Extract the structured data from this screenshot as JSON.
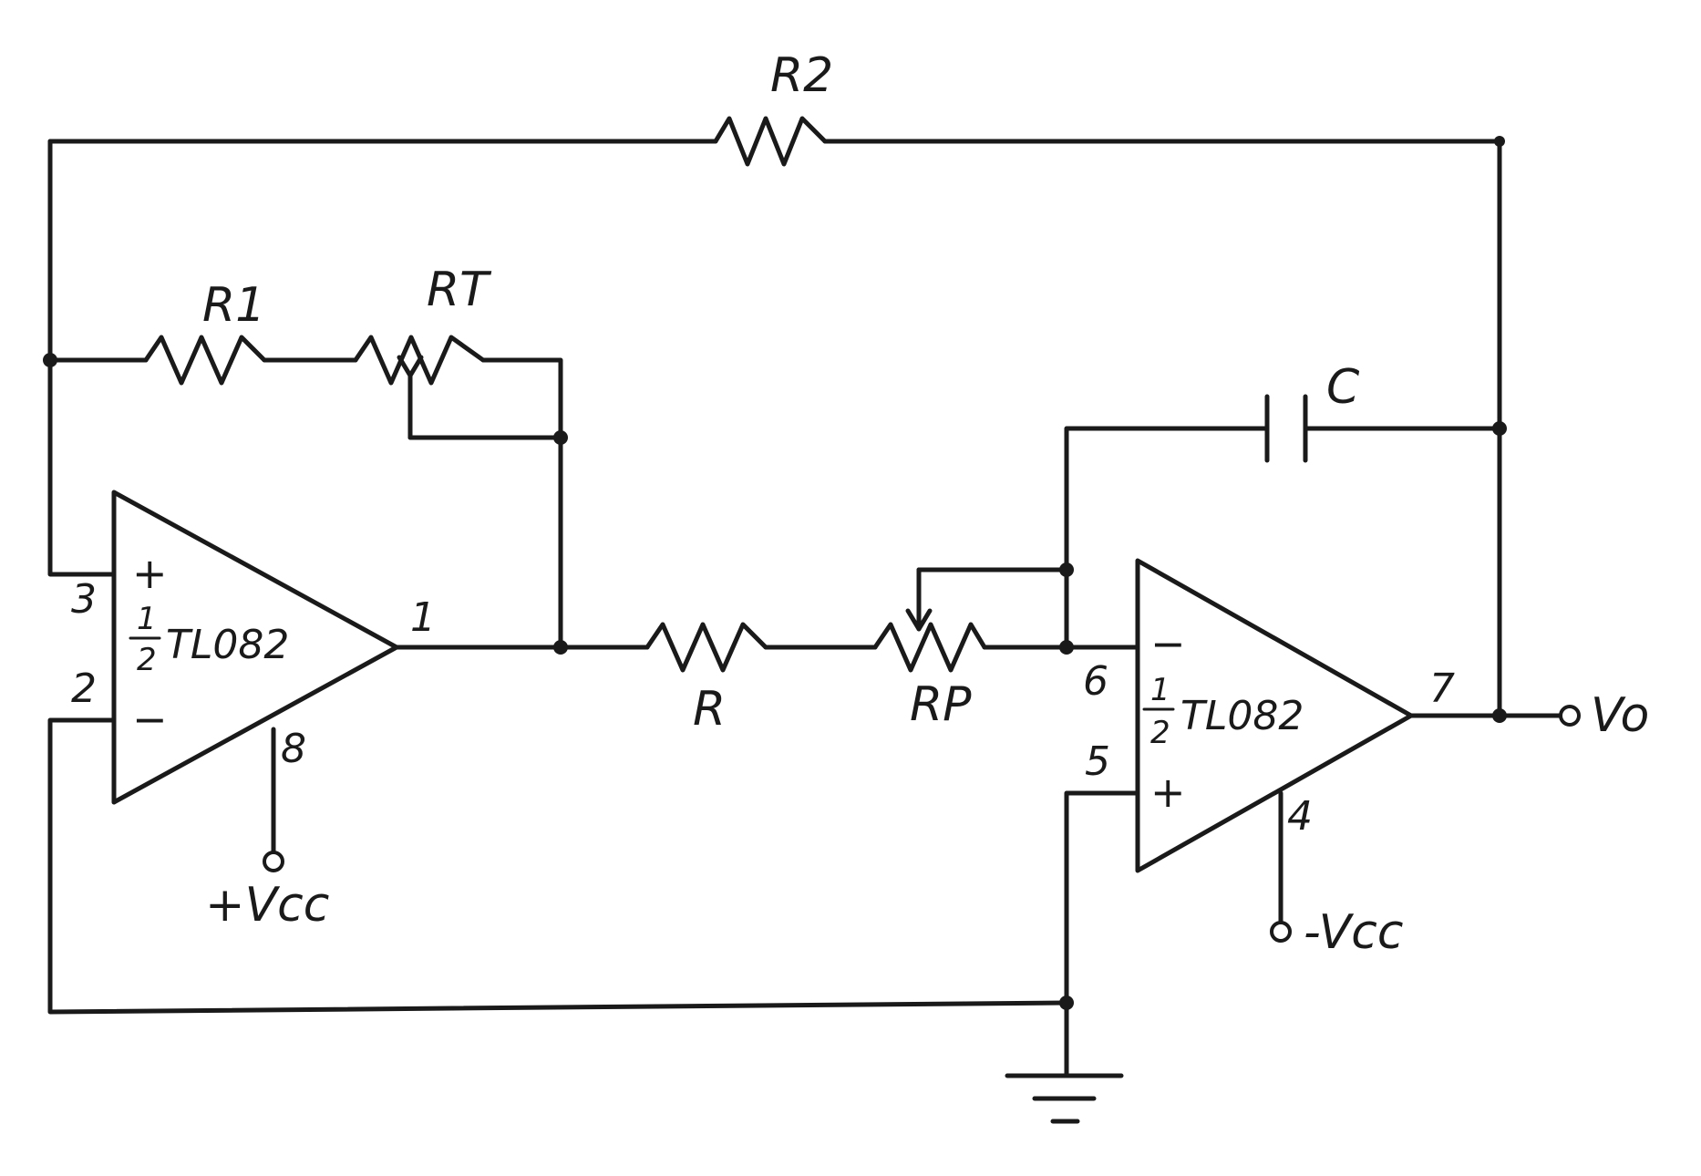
{
  "components": {
    "r1": "R1",
    "rt": "RT",
    "r2": "R2",
    "c": "C",
    "r": "R",
    "rp": "RP"
  },
  "opamp1": {
    "part_fraction_num": "1",
    "part_fraction_den": "2",
    "part": "TL082",
    "plus": "+",
    "minus": "−",
    "pin_plus": "3",
    "pin_minus": "2",
    "pin_out": "1",
    "pin_supply": "8",
    "supply": "+Vcc"
  },
  "opamp2": {
    "part_fraction_num": "1",
    "part_fraction_den": "2",
    "part": "TL082",
    "plus": "+",
    "minus": "−",
    "pin_plus": "5",
    "pin_minus": "6",
    "pin_out": "7",
    "pin_supply": "4",
    "supply": "-Vcc"
  },
  "output": "Vo",
  "colors": {
    "ink": "#1a1a1a",
    "paper": "#ffffff"
  }
}
